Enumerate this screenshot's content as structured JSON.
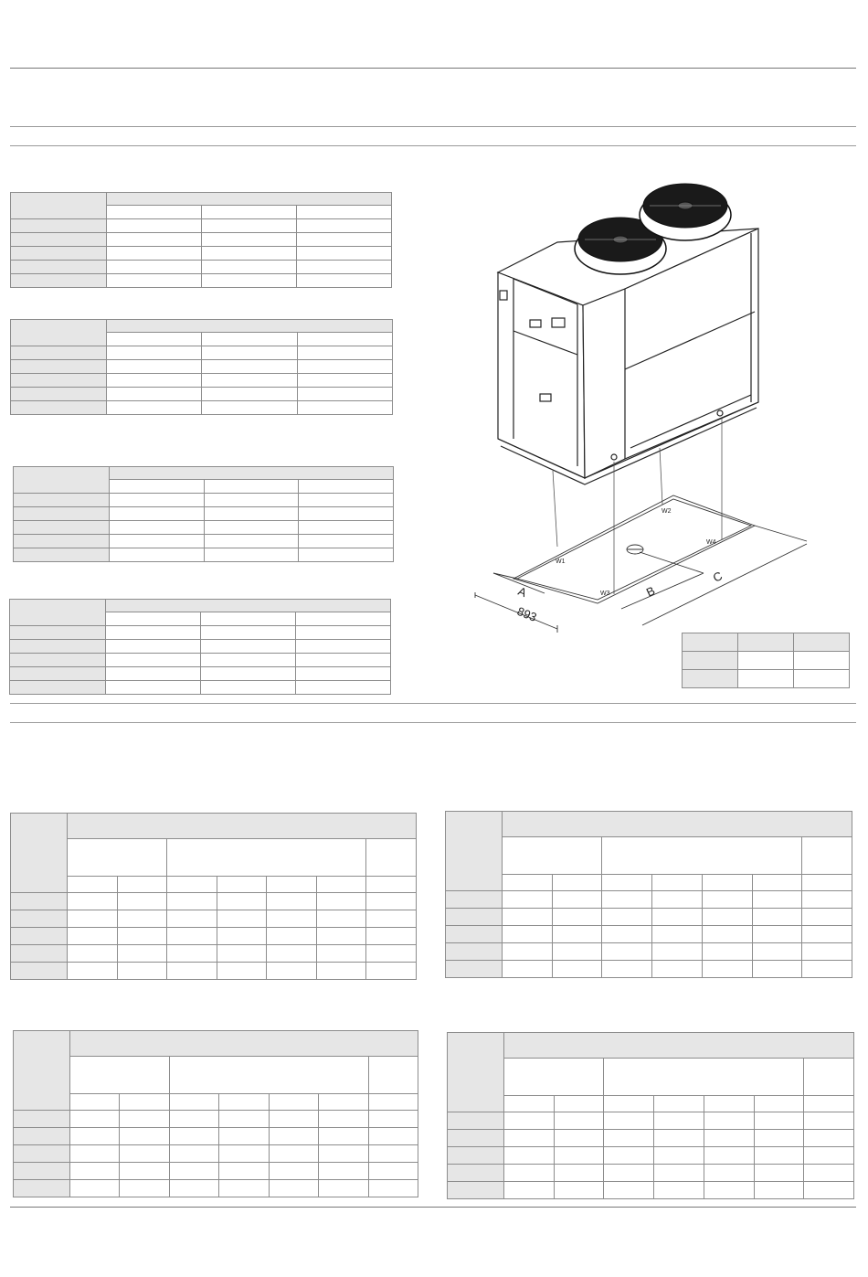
{
  "figure": {
    "dimension_label": "893",
    "label_a": "A",
    "label_b": "B",
    "label_c": "C",
    "label_w1": "W1",
    "label_w2": "W2",
    "label_w3": "W3",
    "label_w4": "W4"
  }
}
